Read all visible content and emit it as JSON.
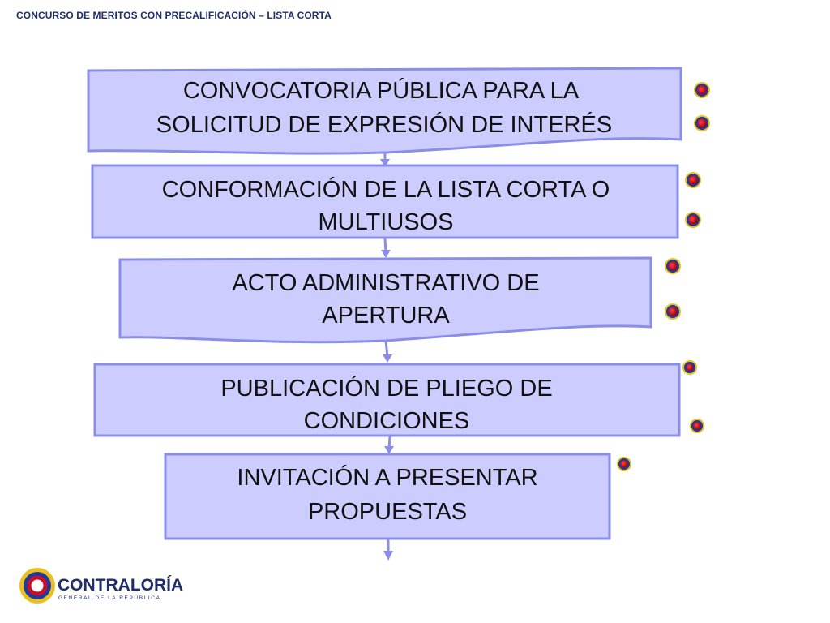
{
  "header": {
    "title": "CONCURSO DE MERITOS CON PRECALIFICACIÓN – LISTA CORTA"
  },
  "steps": [
    {
      "line1": "CONVOCATORIA PÚBLICA PARA LA",
      "line2": "SOLICITUD DE EXPRESIÓN DE INTERÉS"
    },
    {
      "line1": "CONFORMACIÓN DE LA LISTA CORTA O",
      "line2": "MULTIUSOS"
    },
    {
      "line1": "ACTO ADMINISTRATIVO DE",
      "line2": "APERTURA"
    },
    {
      "line1": "PUBLICACIÓN DE PLIEGO DE",
      "line2": "CONDICIONES"
    },
    {
      "line1": "INVITACIÓN A PRESENTAR",
      "line2": "PROPUESTAS"
    }
  ],
  "logo": {
    "name": "CONTRALORÍA",
    "subtitle": "GENERAL DE LA REPÚBLICA"
  },
  "colors": {
    "box_fill": "#ccccff",
    "box_border": "#8a8ee6",
    "arrow": "#8a8ee6",
    "header_text": "#1f2d6b",
    "bullet_yellow": "#e8c020",
    "bullet_red": "#c8102e",
    "bullet_blue": "#1f3a9a"
  }
}
